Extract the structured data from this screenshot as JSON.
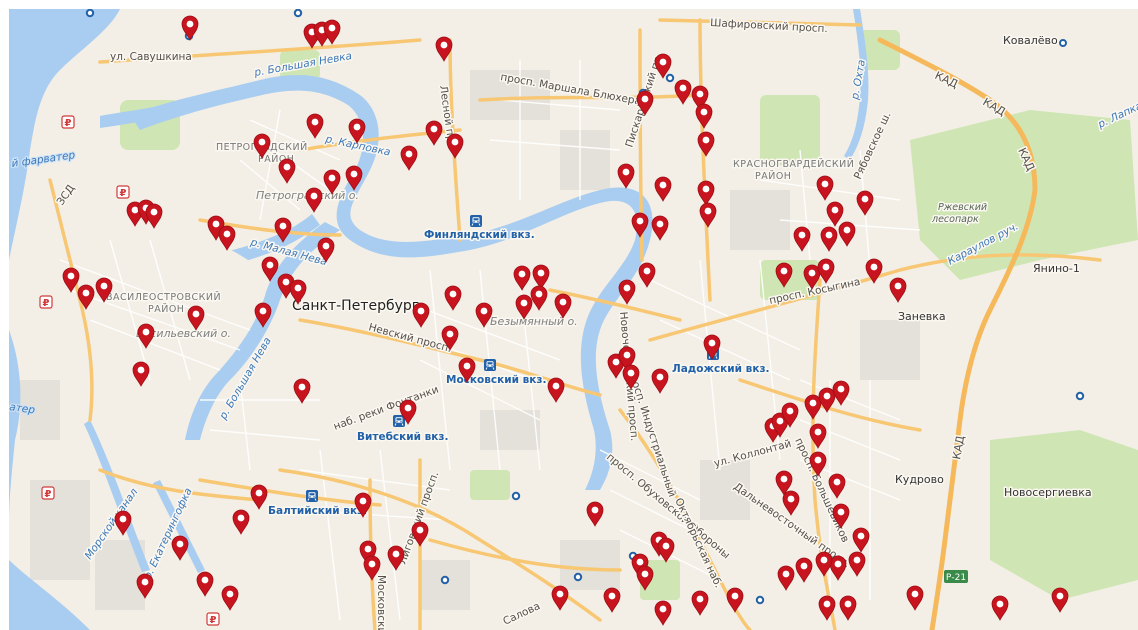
{
  "map": {
    "city_label": "Санкт-Петербург",
    "colors": {
      "land": "#f3efe6",
      "water": "#a9cdf0",
      "park": "#cfe6b4",
      "major_road": "#f7c774",
      "minor_road": "#ffffff",
      "industrial": "#e4e0da",
      "marker": "#c8141e",
      "station": "#2261a8",
      "ring_road": "#f5b95c"
    },
    "labels": {
      "savushkina": "ул. Савушкина",
      "bolshaya_nevka": "р. Большая Невка",
      "lesnoy": "Лесной пр.",
      "marshala_blyukhera": "просп. Маршала Блюхера",
      "piskarevsky": "Пискарёвский пр.",
      "shafirovsky": "Шафировский просп.",
      "kovalevo": "Ковалёво",
      "kad_1": "КАД",
      "kad_2": "КАД",
      "kad_3": "КАД",
      "kad_4": "КАД",
      "okhta": "р. Охта",
      "lapka": "р. Лапка",
      "petrogradsky_district": "ПЕТРОГРАДСКИЙ РАЙОН",
      "karpovka": "р. Карповка",
      "fairway": "й фарватер",
      "zsd": "ЗСД",
      "petrogradsky_island": "Петроградский о.",
      "krasnogvardeysky_district": "КРАСНОГВАРДЕЙСКИЙ РАЙОН",
      "ryabovskoe": "Рябовское ш.",
      "rzhevsky_forest": "Ржевский лесопарк",
      "karaulov": "Караулов руч.",
      "yanino": "Янино-1",
      "finlyandsky": "Финляндский вкз.",
      "malaya_neva": "р. Малая Нева",
      "vasileostrovsky_district": "ВАСИЛЕОСТРОВСКИЙ РАЙОН",
      "industrialny": "просп. Индустриальный",
      "kosygina": "просп. Косыгина",
      "zanevka": "Заневка",
      "vasilyevsky_island": "Васильевский о.",
      "nevsky": "Невский просп.",
      "bolshaya_neva": "р. Большая Нева",
      "bolsheokhtinsky_island": "Безымянный о.",
      "novocherkassky": "Новочеркасский просп.",
      "ladozhsky": "Ладожский вкз.",
      "moskovsky": "Московский вкз.",
      "fontanka": "наб. реки Фонтанки",
      "vitebsky": "Витебский вкз.",
      "kollontay": "ул. Коллонтай",
      "bolshevikov": "просп. Большевиков",
      "dalnevostochny": "Дальневосточный просп.",
      "kudrovo": "Кудрово",
      "novosergievka": "Новосергиевка",
      "obukhovskoy": "просп. Обуховской Обороны",
      "oktyabrskaya": "Октябрьская наб.",
      "ligovsky": "Лиговский просп.",
      "baltiysky": "Балтийский вкз.",
      "morskoy_kanal": "Морской канал",
      "ekateringofka": "р. Екатерингофка",
      "moskovsky_pr": "Московский пр.",
      "salova": "Салова",
      "r21": "Р-21",
      "fairway2": "атер"
    },
    "markers": [
      {
        "id": 1,
        "type": "pin-dot"
      },
      {
        "id": 2,
        "type": "pin"
      },
      {
        "id": 3,
        "type": "pin"
      },
      {
        "id": 4,
        "type": "pin"
      },
      {
        "id": 5,
        "type": "pin"
      },
      {
        "id": 6,
        "type": "pin"
      },
      {
        "id": 7,
        "type": "pin"
      },
      {
        "id": 8,
        "type": "pin"
      },
      {
        "id": 9,
        "type": "pin"
      },
      {
        "id": 10,
        "type": "pin"
      },
      {
        "id": 11,
        "type": "pin"
      },
      {
        "id": 12,
        "type": "pin"
      },
      {
        "id": 13,
        "type": "pin"
      },
      {
        "id": 14,
        "type": "pin"
      },
      {
        "id": 15,
        "type": "pin"
      },
      {
        "id": 16,
        "type": "pin"
      },
      {
        "id": 17,
        "type": "pin"
      },
      {
        "id": 18,
        "type": "pin"
      },
      {
        "id": 19,
        "type": "pin"
      },
      {
        "id": 20,
        "type": "pin"
      },
      {
        "id": 21,
        "type": "pin"
      },
      {
        "id": 22,
        "type": "pin"
      },
      {
        "id": 23,
        "type": "pin"
      },
      {
        "id": 24,
        "type": "pin"
      },
      {
        "id": 25,
        "type": "pin"
      },
      {
        "id": 26,
        "type": "pin"
      },
      {
        "id": 27,
        "type": "pin"
      },
      {
        "id": 28,
        "type": "pin"
      },
      {
        "id": 29,
        "type": "pin"
      },
      {
        "id": 30,
        "type": "pin"
      },
      {
        "id": 31,
        "type": "pin"
      },
      {
        "id": 32,
        "type": "pin"
      },
      {
        "id": 33,
        "type": "pin"
      },
      {
        "id": 34,
        "type": "pin"
      },
      {
        "id": 35,
        "type": "pin"
      },
      {
        "id": 36,
        "type": "pin"
      },
      {
        "id": 37,
        "type": "pin"
      },
      {
        "id": 38,
        "type": "pin"
      },
      {
        "id": 39,
        "type": "pin"
      },
      {
        "id": 40,
        "type": "pin"
      },
      {
        "id": 41,
        "type": "pin"
      },
      {
        "id": 42,
        "type": "pin"
      },
      {
        "id": 43,
        "type": "pin"
      },
      {
        "id": 44,
        "type": "pin"
      },
      {
        "id": 45,
        "type": "pin"
      },
      {
        "id": 46,
        "type": "pin"
      },
      {
        "id": 47,
        "type": "pin"
      },
      {
        "id": 48,
        "type": "pin"
      },
      {
        "id": 49,
        "type": "pin"
      },
      {
        "id": 50,
        "type": "pin"
      },
      {
        "id": 51,
        "type": "pin"
      },
      {
        "id": 52,
        "type": "pin"
      },
      {
        "id": 53,
        "type": "pin"
      },
      {
        "id": 54,
        "type": "pin"
      },
      {
        "id": 55,
        "type": "pin"
      },
      {
        "id": 56,
        "type": "pin"
      },
      {
        "id": 57,
        "type": "pin"
      },
      {
        "id": 58,
        "type": "pin"
      },
      {
        "id": 59,
        "type": "pin"
      },
      {
        "id": 60,
        "type": "pin"
      },
      {
        "id": 61,
        "type": "pin"
      },
      {
        "id": 62,
        "type": "pin"
      },
      {
        "id": 63,
        "type": "pin"
      },
      {
        "id": 64,
        "type": "pin"
      },
      {
        "id": 65,
        "type": "pin"
      },
      {
        "id": 66,
        "type": "pin"
      },
      {
        "id": 67,
        "type": "pin"
      },
      {
        "id": 68,
        "type": "pin"
      },
      {
        "id": 69,
        "type": "pin"
      },
      {
        "id": 70,
        "type": "pin"
      },
      {
        "id": 71,
        "type": "pin"
      },
      {
        "id": 72,
        "type": "pin"
      },
      {
        "id": 73,
        "type": "pin"
      },
      {
        "id": 74,
        "type": "pin"
      },
      {
        "id": 75,
        "type": "pin"
      },
      {
        "id": 76,
        "type": "pin"
      },
      {
        "id": 77,
        "type": "pin"
      },
      {
        "id": 78,
        "type": "pin"
      },
      {
        "id": 79,
        "type": "pin"
      },
      {
        "id": 80,
        "type": "pin"
      },
      {
        "id": 81,
        "type": "pin"
      },
      {
        "id": 82,
        "type": "pin"
      },
      {
        "id": 83,
        "type": "pin"
      },
      {
        "id": 84,
        "type": "pin"
      },
      {
        "id": 85,
        "type": "pin"
      },
      {
        "id": 86,
        "type": "pin"
      },
      {
        "id": 87,
        "type": "pin"
      },
      {
        "id": 88,
        "type": "pin"
      },
      {
        "id": 89,
        "type": "pin"
      },
      {
        "id": 90,
        "type": "pin"
      },
      {
        "id": 91,
        "type": "pin"
      },
      {
        "id": 92,
        "type": "pin"
      },
      {
        "id": 93,
        "type": "pin"
      },
      {
        "id": 94,
        "type": "pin"
      },
      {
        "id": 95,
        "type": "pin"
      },
      {
        "id": 96,
        "type": "pin"
      },
      {
        "id": 97,
        "type": "pin"
      },
      {
        "id": 98,
        "type": "pin"
      },
      {
        "id": 99,
        "type": "pin"
      },
      {
        "id": 100,
        "type": "pin"
      },
      {
        "id": 101,
        "type": "pin"
      },
      {
        "id": 102,
        "type": "pin"
      },
      {
        "id": 103,
        "type": "pin"
      },
      {
        "id": 104,
        "type": "pin"
      },
      {
        "id": 105,
        "type": "pin"
      },
      {
        "id": 106,
        "type": "pin"
      },
      {
        "id": 107,
        "type": "pin"
      },
      {
        "id": 108,
        "type": "pin"
      },
      {
        "id": 109,
        "type": "pin"
      },
      {
        "id": 110,
        "type": "pin"
      },
      {
        "id": 111,
        "type": "pin"
      },
      {
        "id": 112,
        "type": "pin"
      },
      {
        "id": 113,
        "type": "pin"
      },
      {
        "id": 114,
        "type": "pin"
      },
      {
        "id": 115,
        "type": "pin"
      },
      {
        "id": 116,
        "type": "pin"
      },
      {
        "id": 117,
        "type": "pin"
      },
      {
        "id": 118,
        "type": "pin"
      },
      {
        "id": 119,
        "type": "pin"
      },
      {
        "id": 120,
        "type": "pin"
      }
    ]
  }
}
